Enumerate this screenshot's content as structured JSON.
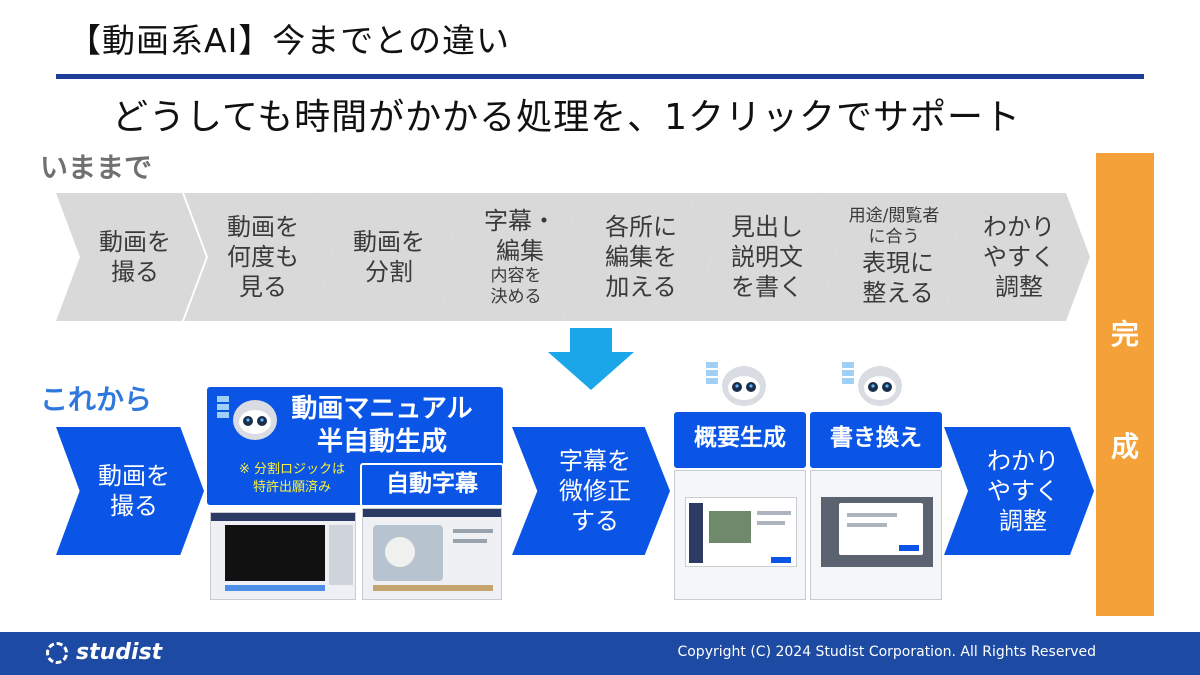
{
  "header": {
    "title": "【動画系AI】今までとの違い",
    "subtitle": "どうしても時間がかかる処理を、1クリックでサポート"
  },
  "before": {
    "label": "いままで",
    "steps": [
      {
        "text": "動画を\n撮る"
      },
      {
        "text": "動画を\n何度も\n見る"
      },
      {
        "text": "動画を\n分割"
      },
      {
        "text": "字幕・\n編集",
        "sub": "内容を\n決める"
      },
      {
        "text": "各所に\n編集を\n加える"
      },
      {
        "text": "見出し\n説明文\nを書く"
      },
      {
        "sub_top": "用途/閲覧者\nに合う",
        "text": "表現に\n整える"
      },
      {
        "text": "わかり\nやすく\n調整"
      }
    ]
  },
  "after": {
    "label": "これから",
    "step1": "動画を\n撮る",
    "manual_box": {
      "title": "動画マニュアル\n半自動生成",
      "note": "※ 分割ロジックは\n特許出願済み"
    },
    "subtitle_box": "自動字幕",
    "step_fix": "字幕を\n微修正\nする",
    "summary_box": "概要生成",
    "rewrite_box": "書き換え",
    "step_last": "わかり\nやすく\n調整"
  },
  "complete": {
    "char1": "完",
    "char2": "成"
  },
  "footer": {
    "logo": "studist",
    "copyright": "Copyright (C) 2024 Studist Corporation. All Rights Reserved"
  },
  "colors": {
    "accent_blue": "#0a55e6",
    "rule_navy": "#1d3f9a",
    "complete_orange": "#f5a13a",
    "arrow_cyan": "#1aa6e8",
    "before_gray": "#d9d9d9"
  }
}
